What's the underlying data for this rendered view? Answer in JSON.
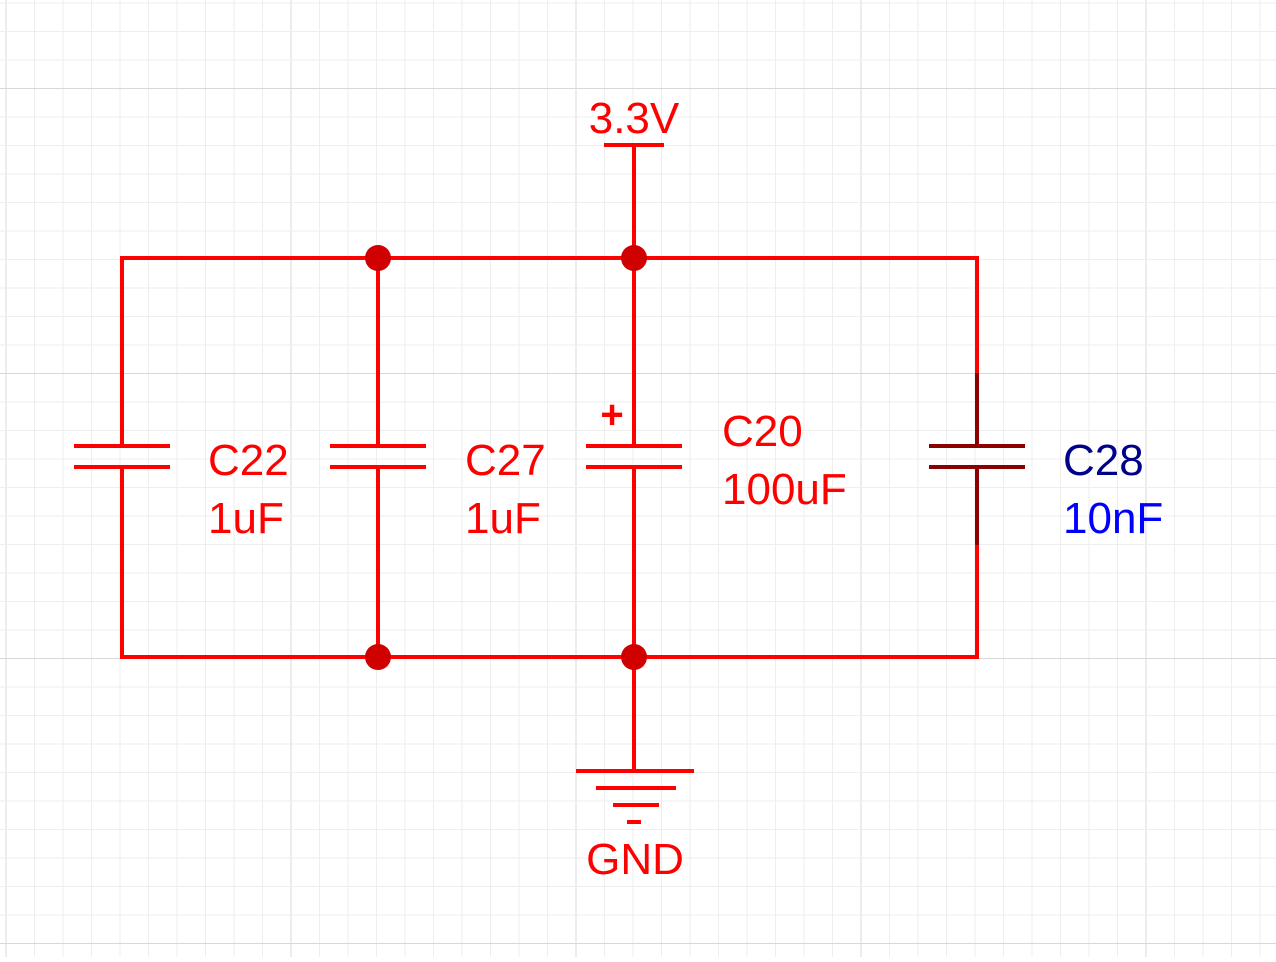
{
  "colors": {
    "wire": "#ff0000",
    "junction": "#d00000",
    "selected_part": "#8b0000",
    "designator_selected": "#00008b",
    "value_selected": "#0000ff",
    "grid_minor": "#eeeeee",
    "grid_major": "#d8d8d8"
  },
  "power": {
    "label": "3.3V"
  },
  "ground": {
    "label": "GND"
  },
  "capacitors": [
    {
      "designator": "C22",
      "value": "1uF",
      "polarized": false
    },
    {
      "designator": "C27",
      "value": "1uF",
      "polarized": false
    },
    {
      "designator": "C20",
      "value": "100uF",
      "polarized": true,
      "polarity_mark": "+"
    },
    {
      "designator": "C28",
      "value": "10nF",
      "polarized": false,
      "selected": true
    }
  ]
}
